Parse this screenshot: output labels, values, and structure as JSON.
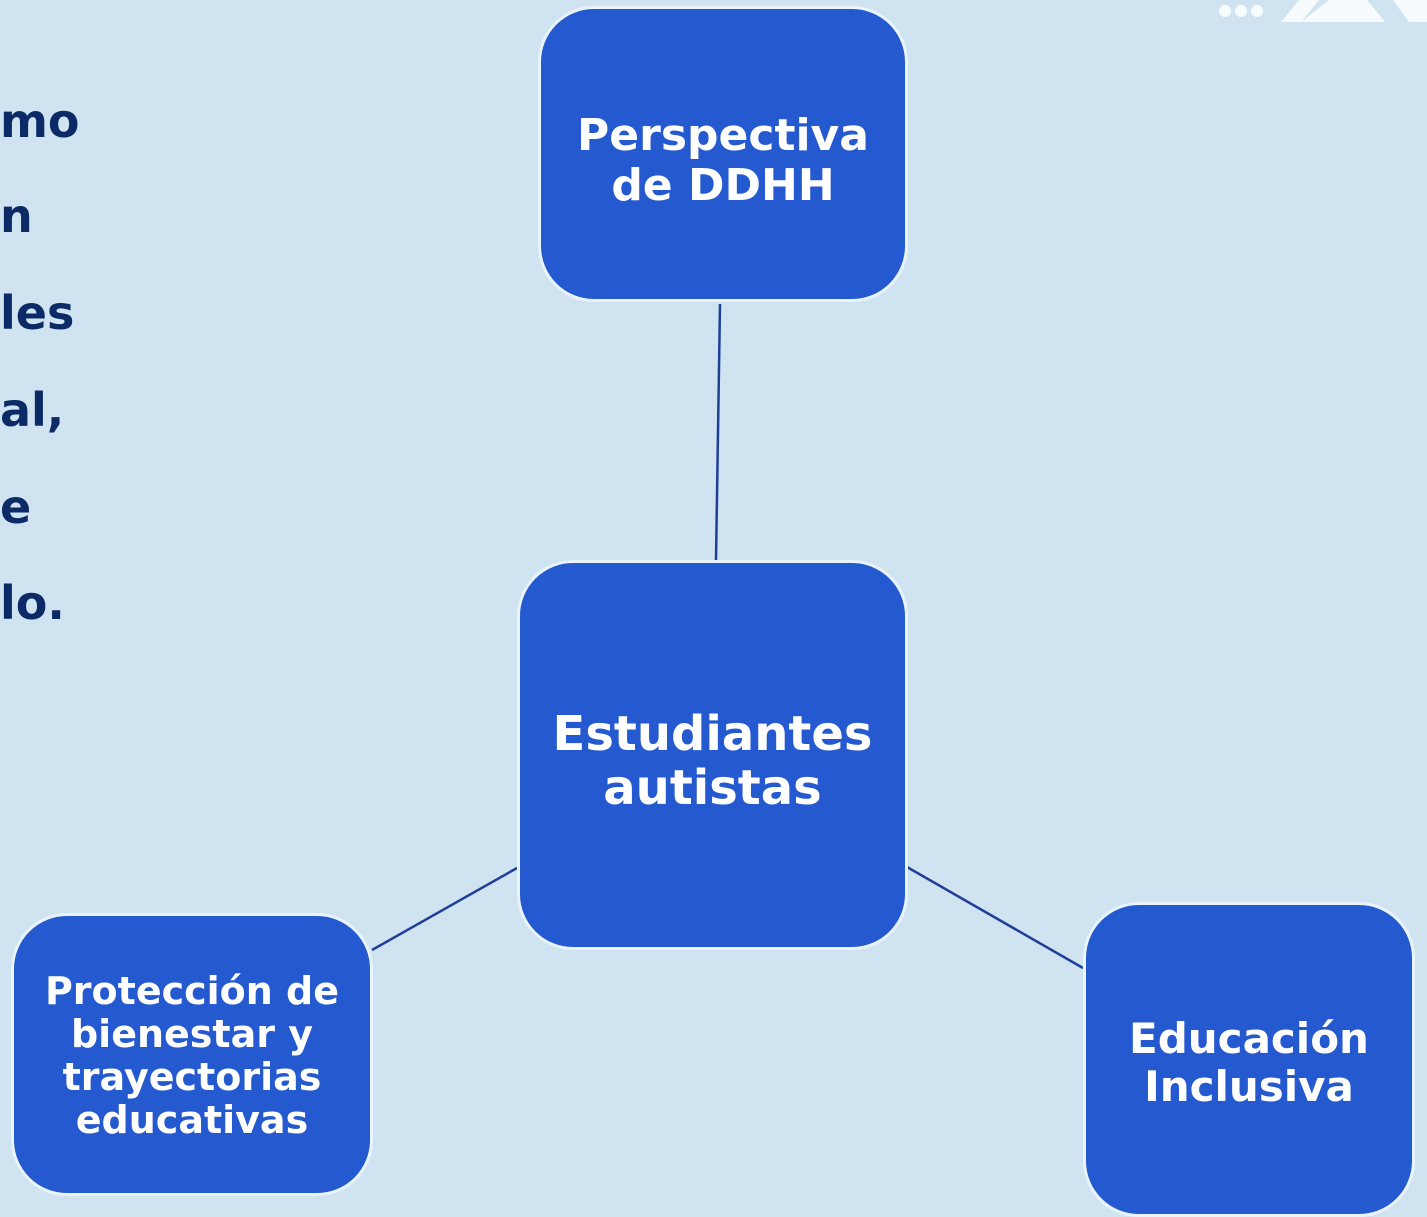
{
  "left_text_fragments": [
    "mo",
    "n",
    "les",
    "al,",
    "e",
    "lo."
  ],
  "diagram": {
    "top_node": "Perspectiva\nde DDHH",
    "center_node": "Estudiantes\nautistas",
    "left_node": "Protección de\nbienestar y\ntrayectorias\neducativas",
    "right_node": "Educación\nInclusiva"
  },
  "colors": {
    "background": "#cfe4f0",
    "node_fill": "#2459cf",
    "node_text": "#ffffff",
    "connector": "#1f3f99",
    "fragment_text": "#0b2a66"
  },
  "logo_icon": "logo-mark-icon"
}
